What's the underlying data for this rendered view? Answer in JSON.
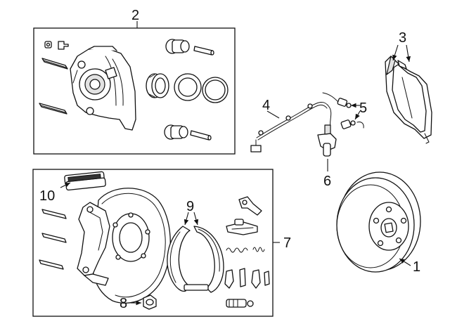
{
  "callouts": {
    "c1": "1",
    "c2": "2",
    "c3": "3",
    "c4": "4",
    "c5": "5",
    "c6": "6",
    "c7": "7",
    "c8": "8",
    "c9": "9",
    "c10": "10"
  },
  "colors": {
    "line": "#111111",
    "shade": "#e2e2e2",
    "background": "#ffffff"
  }
}
